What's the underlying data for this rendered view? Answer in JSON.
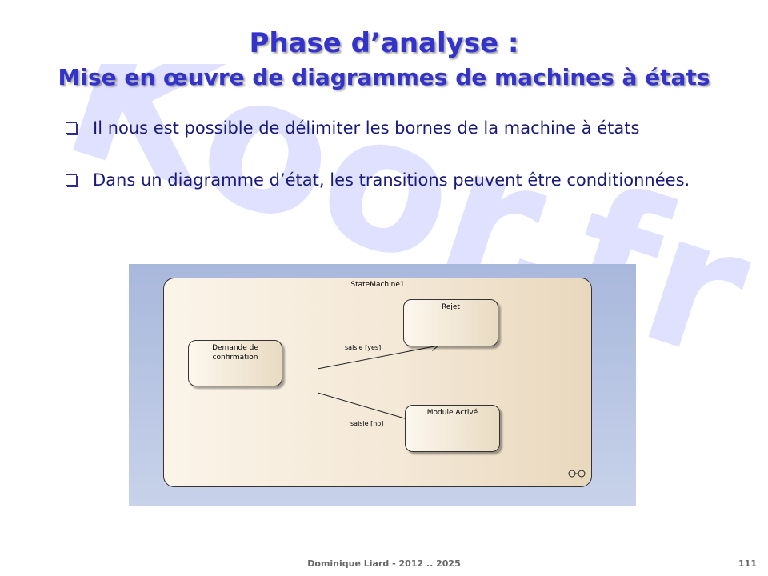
{
  "slide": {
    "title_line1": "Phase d’analyse :",
    "title_line2": "Mise en œuvre de diagrammes de machines à états",
    "bullets": [
      {
        "text": "Il nous est possible de délimiter les bornes de la machine à états"
      },
      {
        "text": "Dans un diagramme d’état, les transitions peuvent être conditionnées."
      }
    ],
    "watermark_text": "Koor.fr"
  },
  "diagram": {
    "machine_name": "StateMachine1",
    "states": {
      "demande": "Demande de confirmation",
      "rejet": "Rejet",
      "module": "Module Activé"
    },
    "transitions": {
      "yes": "saisie [yes]",
      "no": "saisie [no]"
    }
  },
  "footer": {
    "author": "Dominique Liard - 2012 .. 2025",
    "page": "111"
  },
  "colors": {
    "title": "#3333cc",
    "body_text": "#1a1a7a",
    "watermark": "#e0e0ff"
  }
}
